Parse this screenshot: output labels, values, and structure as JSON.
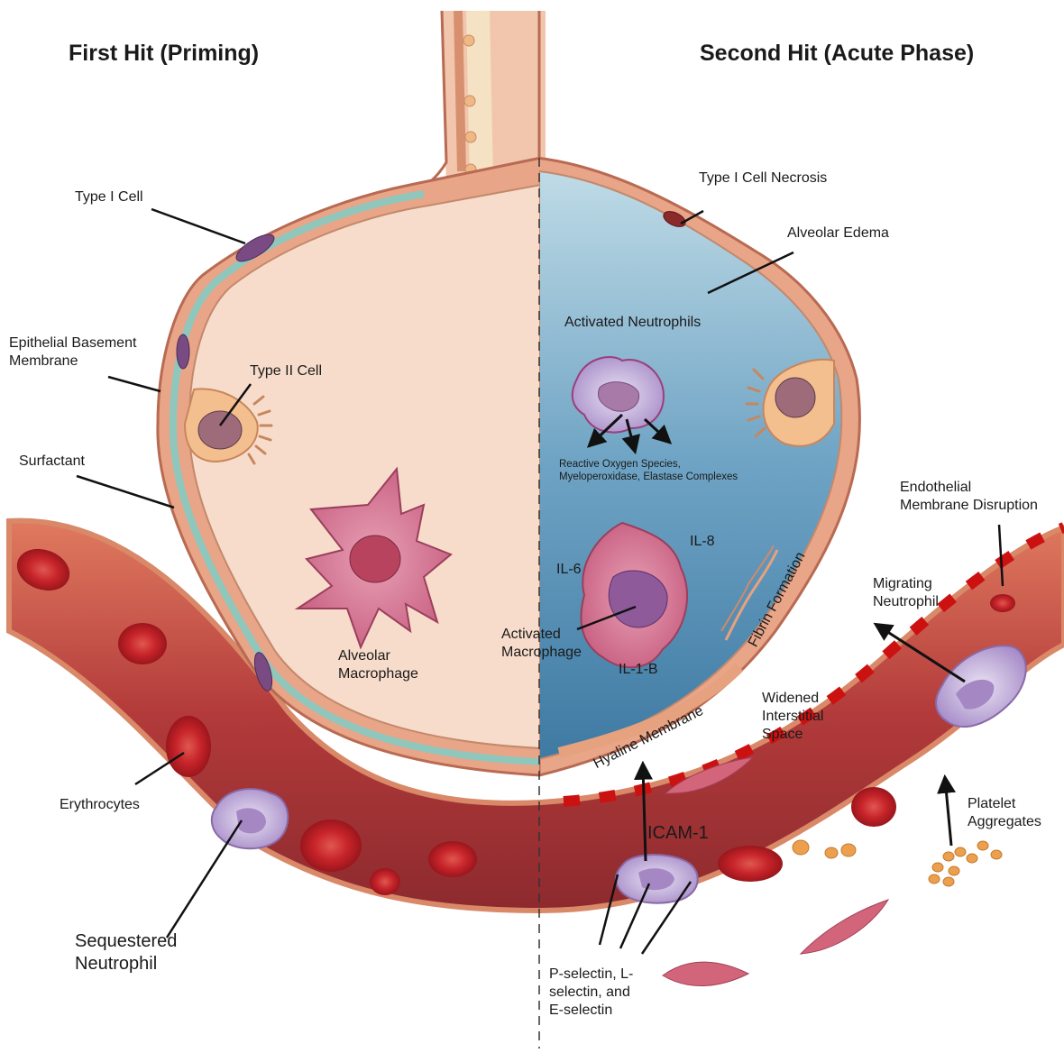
{
  "titles": {
    "left": "First Hit (Priming)",
    "right": "Second Hit (Acute Phase)"
  },
  "labels": {
    "type1_cell": "Type I Cell",
    "epithelial_basement": "Epithelial Basement\nMembrane",
    "surfactant": "Surfactant",
    "type2_cell": "Type II Cell",
    "alveolar_macrophage": "Alveolar\nMacrophage",
    "erythrocytes": "Erythrocytes",
    "sequestered_neutrophil": "Sequestered\nNeutrophil",
    "type1_necrosis": "Type I Cell Necrosis",
    "alveolar_edema": "Alveolar Edema",
    "activated_neutrophils": "Activated Neutrophils",
    "ros": "Reactive Oxygen Species,\nMyeloperoxidase, Elastase Complexes",
    "il6": "IL-6",
    "il8": "IL-8",
    "il1b": "IL-1-B",
    "activated_macrophage": "Activated\nMacrophage",
    "fibrin_formation": "Fibrin Formation",
    "hyaline_membrane": "Hyaline Membrane",
    "endothelial_disruption": "Endothelial\nMembrane Disruption",
    "migrating_neutrophil": "Migrating\nNeutrophil",
    "widened_space": "Widened\nInterstitial\nSpace",
    "platelet_aggregates": "Platelet\nAggregates",
    "icam": "ICAM-1",
    "selectins": "P-selectin, L-\nselectin, and\nE-selectin"
  },
  "colors": {
    "wall": "#e8a588",
    "wall_outline": "#b86a52",
    "lumen_left": "#f8dccb",
    "lumen_right": "#6ea3c4",
    "surfactant": "#8fc7bd",
    "vessel": "#b33c3c",
    "vessel_light": "#d9775a",
    "erythrocyte": "#c9272a",
    "neutrophil": "#a48ac2",
    "macrophage": "#cf6f8c",
    "disruption": "#cc1111",
    "platelet": "#ec9a4a"
  }
}
